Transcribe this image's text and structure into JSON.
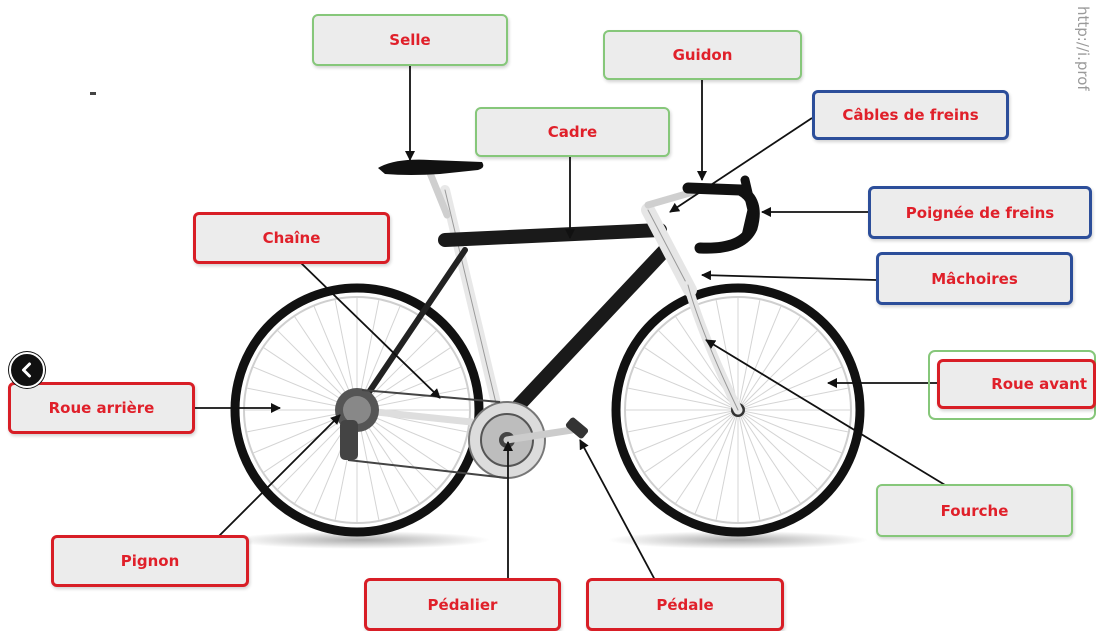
{
  "labels": {
    "selle": "Selle",
    "guidon": "Guidon",
    "cadre": "Cadre",
    "cables_freins": "Câbles de freins",
    "poignee_freins": "Poignée de freins",
    "machoires": "Mâchoires",
    "chaine": "Chaîne",
    "roue_arriere": "Roue arrière",
    "roue_avant": "Roue avant",
    "fourche": "Fourche",
    "pignon": "Pignon",
    "pedalier": "Pédalier",
    "pedale": "Pédale"
  },
  "watermark": "http://i.prof",
  "colors": {
    "label_text": "#e0202a",
    "border_red": "#d81e26",
    "border_green": "#86c77a",
    "border_blue": "#2c4e9a",
    "label_fill": "#ececec"
  },
  "icons": {
    "nav": "chevron-left-icon"
  }
}
